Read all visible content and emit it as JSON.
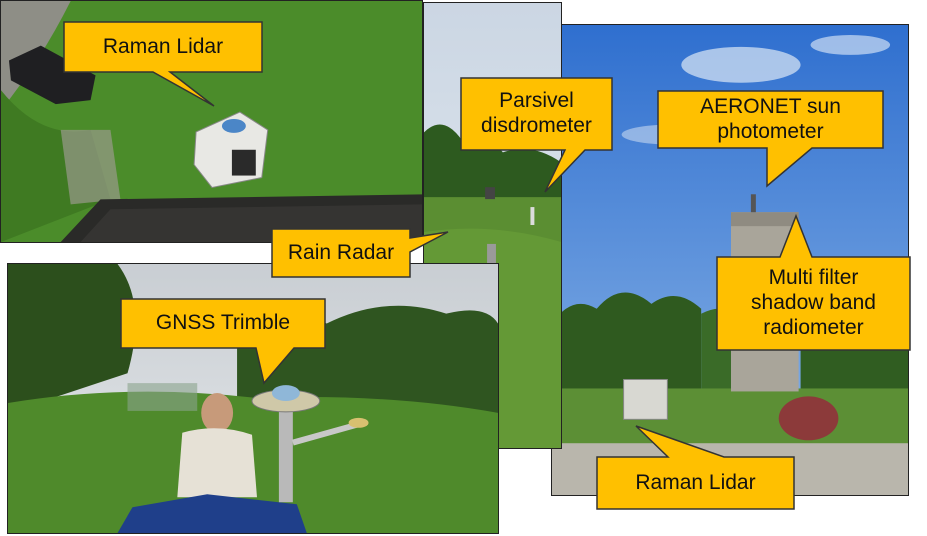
{
  "colors": {
    "callout_fill": "#FFC000",
    "callout_stroke": "#333333",
    "grass": "#4f8f2c",
    "sky": "#3f80d9"
  },
  "photos": [
    {
      "subject": "Raman Lidar from above"
    },
    {
      "subject": "Parsivel disdrometer and rain radar"
    },
    {
      "subject": "AERONET tower and Raman Lidar"
    },
    {
      "subject": "GNSS Trimble antenna with technician"
    }
  ],
  "callouts": {
    "raman_lidar_top": "Raman Lidar",
    "parsivel": "Parsivel\ndisdrometer",
    "aeronet": "AERONET sun\nphotometer",
    "rain_radar": "Rain Radar",
    "mfrsr": "Multi filter\nshadow band\nradiometer",
    "gnss": "GNSS Trimble",
    "raman_lidar_bottom": "Raman Lidar"
  }
}
